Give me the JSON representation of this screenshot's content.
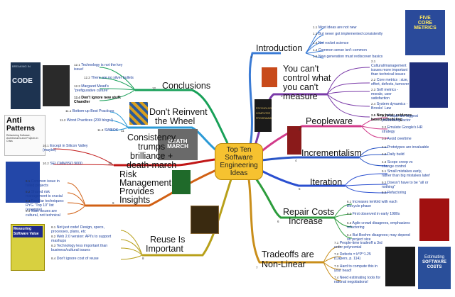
{
  "center": {
    "l1": "Top Ten",
    "l2": "Software",
    "l3": "Engineering",
    "l4": "Ideas"
  },
  "icons": {
    "left": "Anti",
    "left2": "Patterns",
    "left3": "Refactoring Software, Architectures and Projects in Crisis"
  },
  "books": {
    "code_title": "CODE",
    "code_pre": "BREAKING IN",
    "five_core_l1": "FIVE",
    "five_core_l2": "CORE",
    "five_core_l3": "METRICS",
    "death_march_l1": "DEATH",
    "death_march_l2": "MARCH",
    "measuring_title": "Measuring Software Value",
    "estimating_l1": "Estimating",
    "estimating_l2": "SOFTWARE",
    "estimating_l3": "COSTS",
    "psych_l1": "PSYCHOLOGY",
    "psych_l2": "COMPUTER",
    "psych_l3": "PROGRAMMING"
  },
  "branches": {
    "intro": {
      "num": "1",
      "label": "Introduction",
      "items": [
        {
          "n": "1.1",
          "t": "Most ideas are not new"
        },
        {
          "n": "1.2",
          "t": "But never got implemented consistently"
        },
        {
          "n": "1.3",
          "t": "Not rocket science"
        },
        {
          "n": "1.4",
          "t": "Common sense isn't common"
        },
        {
          "n": "1.5",
          "t": "New generation must rediscover basics"
        }
      ]
    },
    "control": {
      "num": "2",
      "label1": "You can't",
      "label2": "control what",
      "label3": "you can't",
      "label4": "measure",
      "items": [
        {
          "n": "2.1",
          "t": "Cultural/management issues more important than technical issues"
        },
        {
          "n": "2.2",
          "t": "Core metrics : size, effort, defects, turnover"
        },
        {
          "n": "2.3",
          "t": "Soft metrics - morale, user satisfaction"
        },
        {
          "n": "2.4",
          "t": "System dynamics - Brooks' Law"
        },
        {
          "n": "2.5",
          "t": "New twist: evidence-based scheduling"
        }
      ]
    },
    "people": {
      "num": "3",
      "label": "Peopleware",
      "items": [
        {
          "n": "3.1",
          "t": "People are biggest productivity factor"
        },
        {
          "n": "3.2",
          "t": "Emulate Google's HR strategy"
        },
        {
          "n": "3.3",
          "t": "Avoid overtime"
        }
      ]
    },
    "incr": {
      "num": "4",
      "label": "Incrementalism",
      "items": [
        {
          "n": "4.1",
          "t": "Prototypes are invaluable"
        },
        {
          "n": "4.2",
          "t": "Daily build"
        },
        {
          "n": "4.3",
          "t": "Scope creep vs change control"
        }
      ]
    },
    "iter": {
      "num": "5",
      "label": "Iteration",
      "items": [
        {
          "n": "5.1",
          "t": "Small mistakes early, rather than big mistakes later!"
        },
        {
          "n": "5.2",
          "t": "Doesn't have to be \"all or nothing\""
        },
        {
          "n": "5.3",
          "t": "Refactoring"
        }
      ]
    },
    "repair": {
      "num": "6",
      "label1": "Repair Costs",
      "label2": "Increase",
      "items": [
        {
          "n": "6.1",
          "t": "Increases tenfold with each lifecycle phase"
        },
        {
          "n": "6.2",
          "t": "First observed in early 1980s"
        },
        {
          "n": "6.3",
          "t": "Agile crowd disagrees, emphasizes refactoring"
        },
        {
          "n": "6.4",
          "t": "But Boehm disagrees; may depend on project size"
        }
      ]
    },
    "trade": {
      "num": "7",
      "label1": "Tradeoffs are",
      "label2": "Non-Linear",
      "items": [
        {
          "n": "7.1",
          "t": "People-time tradeoff a 3rd order polynomial"
        },
        {
          "n": "7.2",
          "t": "Defects = k*P^1.25 (Capers, p. 114)"
        },
        {
          "n": "7.3",
          "t": "Hard to compute this in your head!"
        },
        {
          "n": "7.4",
          "t": "Need estimating tools for rational negotiations!"
        }
      ]
    },
    "reuse": {
      "num": "8",
      "label1": "Reuse Is",
      "label2": "Important",
      "items": [
        {
          "n": "8.1",
          "t": "Not just code! Design, specs, processes, plans, etc"
        },
        {
          "n": "8.2",
          "t": "Web 2.0 version: API's to support mashups"
        },
        {
          "n": "8.3",
          "t": "Technology less important than business/cultural issues"
        },
        {
          "n": "8.4",
          "t": "Don't ignore cost of reuse"
        }
      ]
    },
    "risk": {
      "num": "9",
      "label1": "Risk",
      "label2": "Management",
      "label3": "Provides",
      "label4": "Insights",
      "items": [
        {
          "n": "9.1",
          "t": "Common issue in failed projects"
        },
        {
          "n": "9.2",
          "t": "Shared risk management is crucial"
        },
        {
          "n": "9.3",
          "t": "Familiar techniques: RYG \"Top 10\" list (example)"
        },
        {
          "n": "9.4",
          "t": "Main issues are cultural, not technical"
        }
      ]
    },
    "consist": {
      "num": "10",
      "label1": "Consistency",
      "label2": "trumps",
      "label3": "brilliance +",
      "label4": "death-march",
      "items": [
        {
          "n": "10.1",
          "t": "Except in Silicon Valley (maybe)"
        },
        {
          "n": "10.2",
          "t": "SEI CMM/ISO 9000"
        }
      ]
    },
    "reinvent": {
      "num": "11",
      "label1": "Don't Reinvent",
      "label2": "the Wheel",
      "items": [
        {
          "n": "11.1",
          "t": "Bottom-up Best Practices"
        },
        {
          "n": "11.2",
          "t": "Worst Practices (200 blogs!)"
        },
        {
          "n": "11.3",
          "t": "SWBOK"
        }
      ]
    },
    "concl": {
      "num": "12",
      "label": "Conclusions",
      "items": [
        {
          "n": "12.1",
          "t": "Technology is not the key issue!"
        },
        {
          "n": "12.2",
          "t": "There are no silver bullets"
        },
        {
          "n": "12.3",
          "t": "Margaret Mead's \"prefigurative culture\""
        },
        {
          "n": "12.4",
          "t": "Don't ignore new stuff: Chandler"
        }
      ]
    }
  },
  "colors": {
    "intro": "#3a7bd5",
    "control": "#7a3aa8",
    "people": "#d13b8a",
    "incr": "#2a56c6",
    "iter": "#2a4fd0",
    "repair": "#2c9c3c",
    "trade": "#c98e1a",
    "reuse": "#b8a01a",
    "risk": "#d16014",
    "consist": "#c01616",
    "reinvent": "#2b9ad6",
    "concl": "#18a058"
  }
}
